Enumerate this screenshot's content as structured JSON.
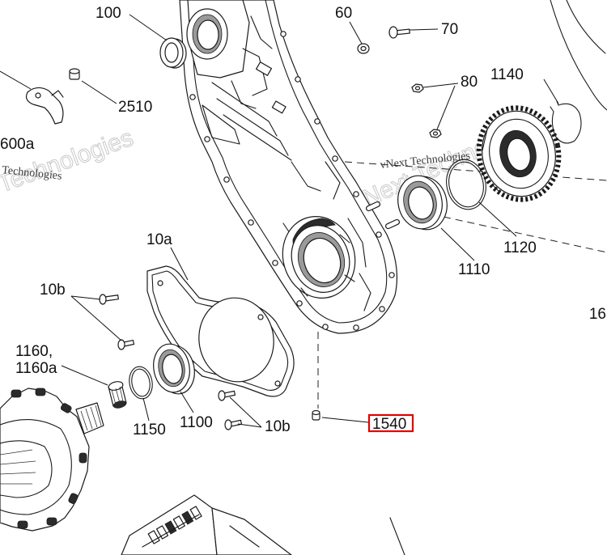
{
  "diagram": {
    "callouts": {
      "c100": "100",
      "c60": "60",
      "c70": "70",
      "c2510": "2510",
      "c600a": "600a",
      "c80": "80",
      "c1140": "1140",
      "c10a": "10a",
      "c10b_left": "10b",
      "c1160": "1160,",
      "c1160a": "1160a",
      "c1150": "1150",
      "c1100": "1100",
      "c10b_right": "10b",
      "c1540": "1540",
      "c1110": "1110",
      "c1120": "1120",
      "c16": "16"
    },
    "highlighted_callout": "1540",
    "highlight_color": "#e00000",
    "line_color": "#1a1a1a",
    "watermark": "vNext Technologies",
    "watermark_partial": "Technologies"
  }
}
